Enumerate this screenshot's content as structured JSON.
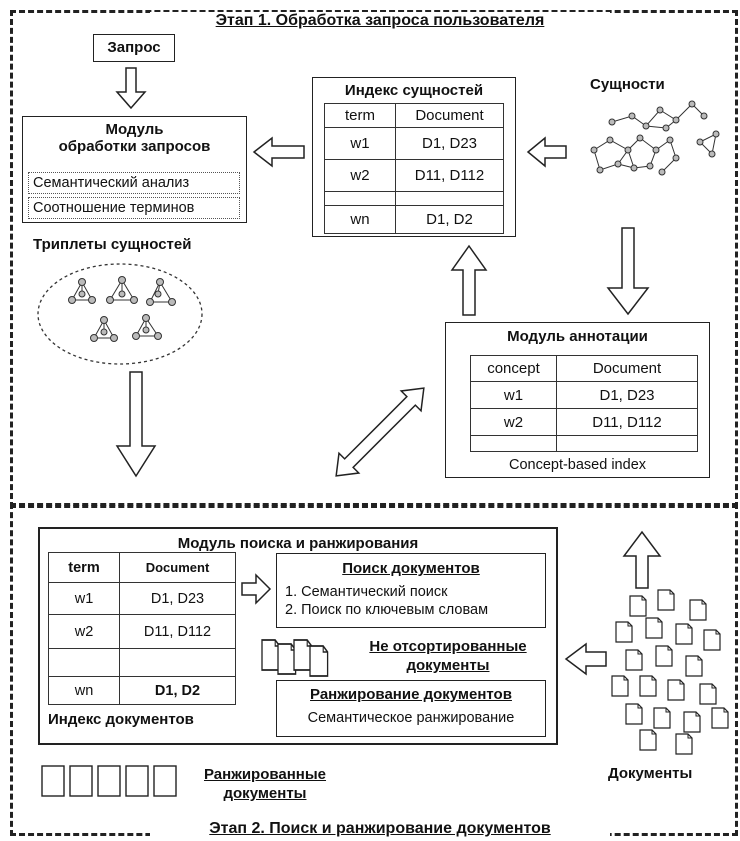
{
  "stage1": {
    "title": "Этап 1. Обработка запроса пользователя"
  },
  "stage2": {
    "title": "Этап 2. Поиск и ранжирование документов"
  },
  "query": {
    "label": "Запрос"
  },
  "query_module": {
    "title_line1": "Модуль",
    "title_line2": "обработки запросов",
    "items": [
      "Семантический анализ",
      "Соотношение терминов"
    ]
  },
  "triplets": {
    "label": "Триплеты сущностей"
  },
  "entity_index": {
    "title": "Индекс сущностей",
    "header": [
      "term",
      "Document"
    ],
    "rows": [
      [
        "w1",
        "D1, D23"
      ],
      [
        "w2",
        "D11, D112"
      ],
      [
        "",
        ""
      ],
      [
        "wn",
        "D1, D2"
      ]
    ]
  },
  "entities": {
    "label": "Сущности"
  },
  "annotation": {
    "title": "Модуль аннотации",
    "header": [
      "concept",
      "Document"
    ],
    "rows": [
      [
        "w1",
        "D1, D23"
      ],
      [
        "w2",
        "D11, D112"
      ],
      [
        "",
        ""
      ]
    ],
    "caption": "Concept-based index"
  },
  "search_module": {
    "title": "Модуль поиска и ранжирования",
    "doc_index": {
      "header": [
        "term",
        "Document"
      ],
      "rows": [
        [
          "w1",
          "D1, D23"
        ],
        [
          "w2",
          "D11, D112"
        ],
        [
          "",
          ""
        ],
        [
          "wn",
          "D1, D2"
        ]
      ],
      "caption": "Индекс документов"
    },
    "doc_search": {
      "title": "Поиск документов",
      "items": [
        "1. Семантический поиск",
        "2. Поиск по ключевым словам"
      ]
    },
    "unsorted_line1": "Не отсортированные",
    "unsorted_line2": "документы",
    "ranking": {
      "title": "Ранжирование документов",
      "text": "Семантическое ранжирование"
    }
  },
  "ranked": {
    "line1": "Ранжированные",
    "line2": "документы"
  },
  "documents": {
    "label": "Документы"
  }
}
